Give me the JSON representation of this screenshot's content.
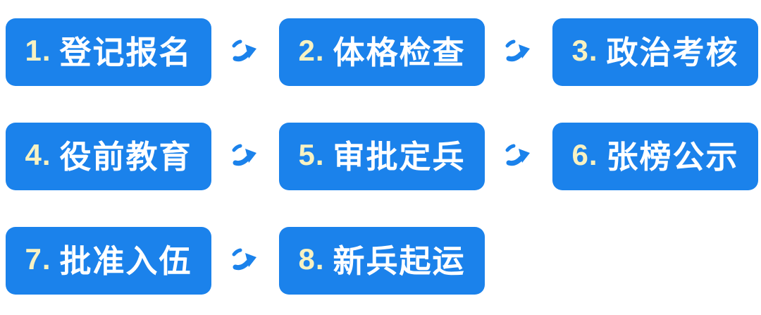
{
  "flow": {
    "steps": [
      {
        "number": "1.",
        "label": "登记报名"
      },
      {
        "number": "2.",
        "label": "体格检查"
      },
      {
        "number": "3.",
        "label": "政治考核"
      },
      {
        "number": "4.",
        "label": "役前教育"
      },
      {
        "number": "5.",
        "label": "审批定兵"
      },
      {
        "number": "6.",
        "label": "张榜公示"
      },
      {
        "number": "7.",
        "label": "批准入伍"
      },
      {
        "number": "8.",
        "label": "新兵起运"
      }
    ],
    "rows": [
      [
        0,
        1,
        2
      ],
      [
        3,
        4,
        5
      ],
      [
        6,
        7
      ]
    ],
    "colors": {
      "box_bg": "#1B82EB",
      "number": "#F7F2C2",
      "label": "#FFFFFF",
      "arrow": "#1B82EB",
      "background": "#FFFFFF"
    },
    "arrow_icon": "curved-right-arrow"
  }
}
